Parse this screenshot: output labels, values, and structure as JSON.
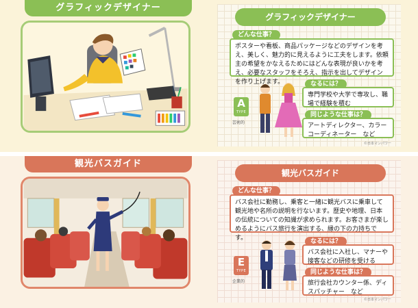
{
  "sections": [
    {
      "title": "グラフィックデザイナー",
      "card": {
        "title": "グラフィックデザイナー",
        "what_label": "どんな仕事？",
        "what_text": "ポスターや看板、商品パッケージなどのデザインを考え、美しく、魅力的に見えるように工夫をします。依頼主の希望をかなえるためにはどんな表現が良いかを考え、必要なスタッフをそろえ、指示を出してデザインを作り上げます。",
        "how_label": "なるには？",
        "how_text": "専門学校や大学で専攻し、職場で経験を積む",
        "similar_label": "同じような仕事は？",
        "similar_text": "アートディレクター、カラーコーディネーター　など",
        "type_letter": "A",
        "type_word": "TYPE",
        "category": "芸術的",
        "copyright": "©日本マンパワー"
      }
    },
    {
      "title": "観光バスガイド",
      "card": {
        "title": "観光バスガイド",
        "what_label": "どんな仕事？",
        "what_text": "バス会社に勤務し、乗客と一緒に観光バスに乗車して観光地や名所の説明を行ないます。歴史や地理、日本の伝統についての知識が求められます。お客さまが楽しめるようにバス旅行を演出する、縁の下の力持ちです。",
        "how_label": "なるには？",
        "how_text": "バス会社に入社し、マナーや接客などの研修を受ける",
        "similar_label": "同じような仕事は？",
        "similar_text": "旅行会社カウンター係、ディスパッチャー　など",
        "type_letter": "E",
        "type_word": "TYPE",
        "category": "企業的",
        "copyright": "©日本マンパワー"
      }
    }
  ]
}
